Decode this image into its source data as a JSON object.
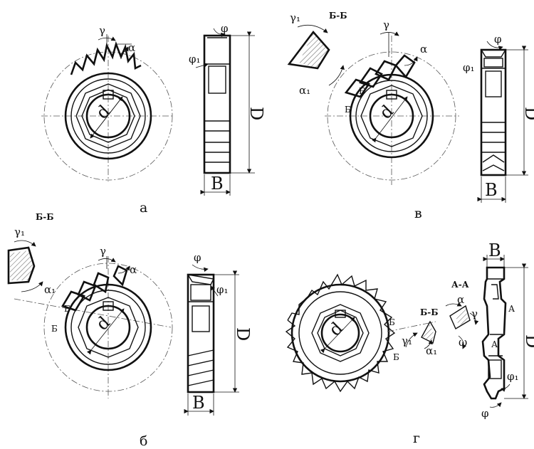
{
  "captions": {
    "a": "а",
    "b": "б",
    "v": "в",
    "g": "г"
  },
  "symbols": {
    "gamma": "γ",
    "alpha": "α",
    "phi": "φ",
    "phi1": "φ₁",
    "gamma1": "γ₁",
    "alpha1": "α₁",
    "omega": "ω",
    "bore": "d",
    "diameter": "D",
    "width": "B"
  },
  "sections": {
    "bb": "Б-Б",
    "aa": "А-А",
    "b_mark": "Б",
    "a_mark": "А"
  }
}
